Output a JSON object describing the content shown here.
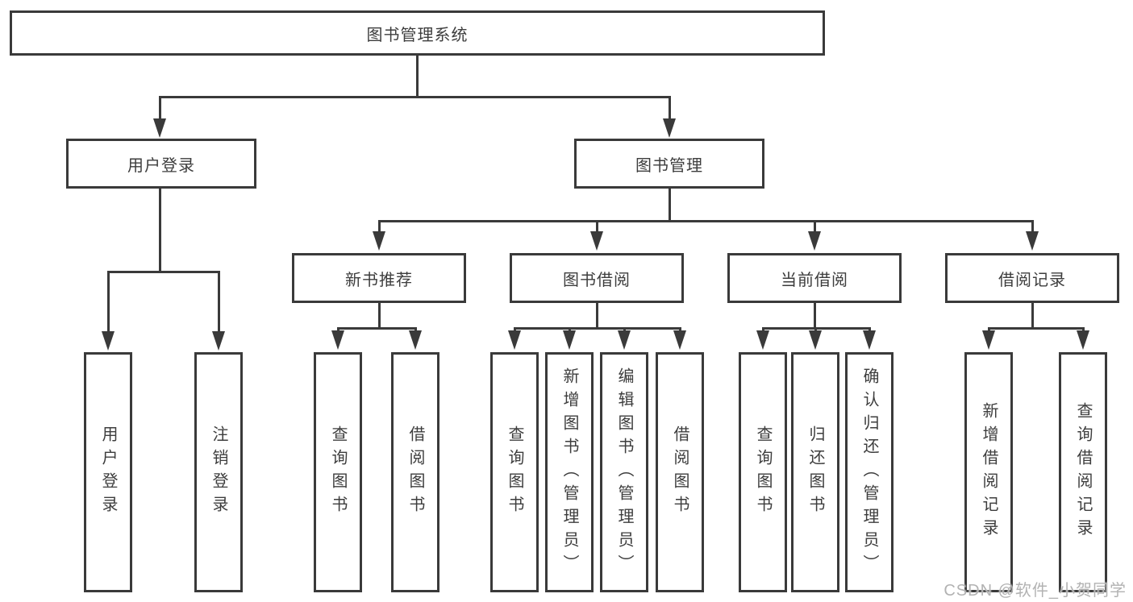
{
  "diagram": {
    "root": {
      "label": "图书管理系统"
    },
    "branches": [
      {
        "label": "用户登录",
        "leaves": [
          "用户登录",
          "注销登录"
        ]
      },
      {
        "label": "图书管理",
        "children": [
          {
            "label": "新书推荐",
            "leaves": [
              "查询图书",
              "借阅图书"
            ]
          },
          {
            "label": "图书借阅",
            "leaves": [
              "查询图书",
              "新增图书（管理员）",
              "编辑图书（管理员）",
              "借阅图书"
            ]
          },
          {
            "label": "当前借阅",
            "leaves": [
              "查询图书",
              "归还图书",
              "确认归还（管理员）"
            ]
          },
          {
            "label": "借阅记录",
            "leaves": [
              "新增借阅记录",
              "查询借阅记录"
            ]
          }
        ]
      }
    ],
    "colors": {
      "line": "#3a3a3a",
      "text": "#3d3d3d",
      "box_background": "#ffffff",
      "watermark": "#b2b2b2"
    }
  },
  "watermark": {
    "text": "CSDN @软件_小贺同学"
  }
}
